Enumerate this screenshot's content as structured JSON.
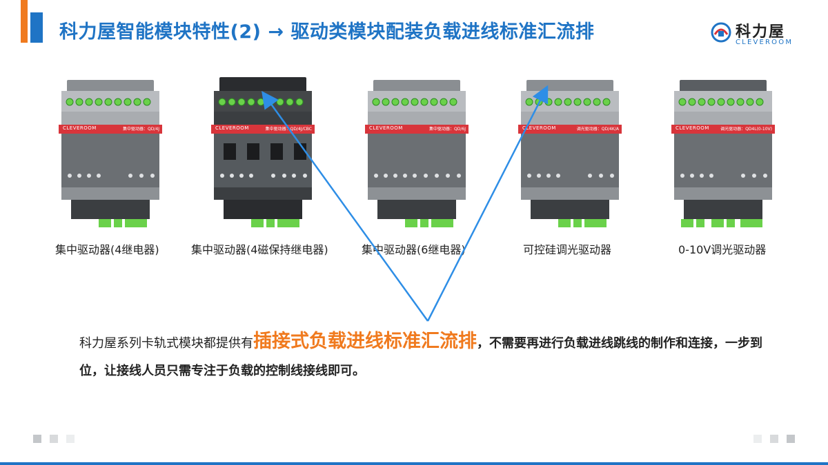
{
  "header": {
    "title": "科力屋智能模块特性(2) → 驱动类模块配装负载进线标准汇流排",
    "logo_cn": "科力屋",
    "logo_en": "CLEVEROOM"
  },
  "modules": [
    {
      "brand": "CLEVEROOM",
      "model": "集中驱动器：QD/4J",
      "caption": "集中驱动器(4继电器)"
    },
    {
      "brand": "CLEVEROOM",
      "model": "集中驱动器：QD/4J/CBC",
      "caption": "集中驱动器(4磁保持继电器)"
    },
    {
      "brand": "CLEVEROOM",
      "model": "集中驱动器：QD/6J",
      "caption": "集中驱动器(6继电器)"
    },
    {
      "brand": "CLEVEROOM",
      "model": "调光驱动器：QD/4K/A",
      "caption": "可控硅调光驱动器"
    },
    {
      "brand": "CLEVEROOM",
      "model": "调光驱动器：QD4L(0-10V)",
      "caption": "0-10V调光驱动器"
    }
  ],
  "body": {
    "part1": "科力屋系列卡轨式模块都提供有",
    "highlight": "插接式负载进线标准汇流排",
    "part2": "，不需要再进行负载进线跳线的制作和连接，一步到位，让接线人员只需专注于负载的控制线接线即可。"
  },
  "colors": {
    "accent_blue": "#1f74c5",
    "accent_orange": "#f07a1e",
    "brand_red": "#d8353b",
    "arrow": "#2e8ee6"
  }
}
